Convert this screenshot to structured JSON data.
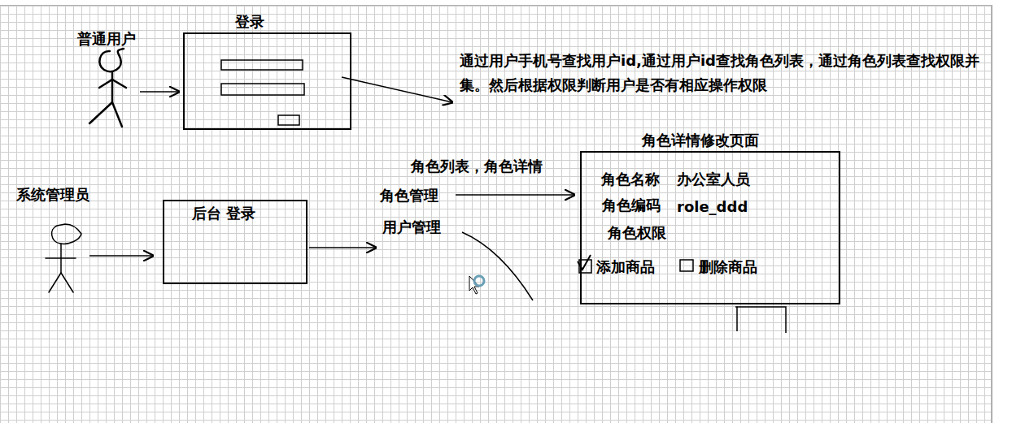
{
  "diagram": {
    "nodes": [
      {
        "text": [
          "登录"
        ]
      },
      {
        "text": [
          "后台 登录"
        ]
      },
      {
        "text": [
          "角色详情修改页面",
          "角色名称",
          "办公室人员",
          "角色编码",
          "role_ddd",
          "角色权限",
          "添加商品",
          "删除商品"
        ]
      }
    ],
    "labels": [
      "普通用户",
      "通过用户手机号查找用户id,通过用户id查找角色列表，通过角色列表查找权限并集。然后根据权限判断用户是否有相应操作权限",
      "系统管理员",
      "角色列表，角色详情",
      "角色管理",
      "用户管理"
    ]
  }
}
